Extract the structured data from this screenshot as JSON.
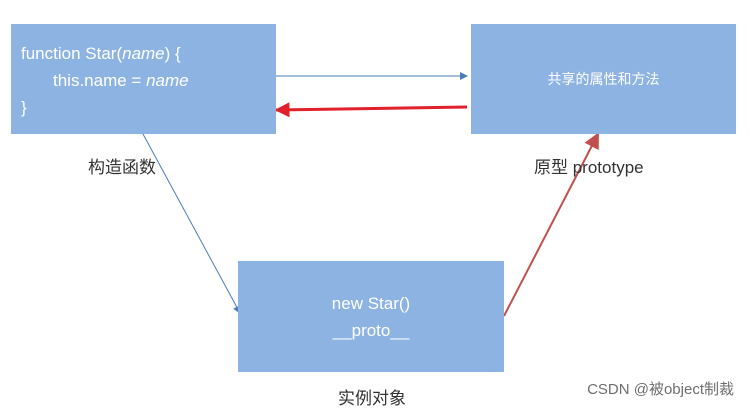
{
  "constructor": {
    "line1_prefix": "function Star(",
    "line1_param": "name",
    "line1_suffix": ") {",
    "line2_prefix": "this.name = ",
    "line2_value": "name",
    "line3": "}",
    "label": "构造函数"
  },
  "prototype": {
    "box_text": "共享的属性和方法",
    "label": "原型 prototype"
  },
  "instance": {
    "line1": "new Star()",
    "line2": "__proto__",
    "label": "实例对象"
  },
  "watermark": "CSDN @被object制裁",
  "colors": {
    "box_fill": "#8db3e2",
    "blue_arrow": "#4a7ebb",
    "red_arrow": "#e0202a",
    "dark_red_arrow": "#c0504d"
  }
}
